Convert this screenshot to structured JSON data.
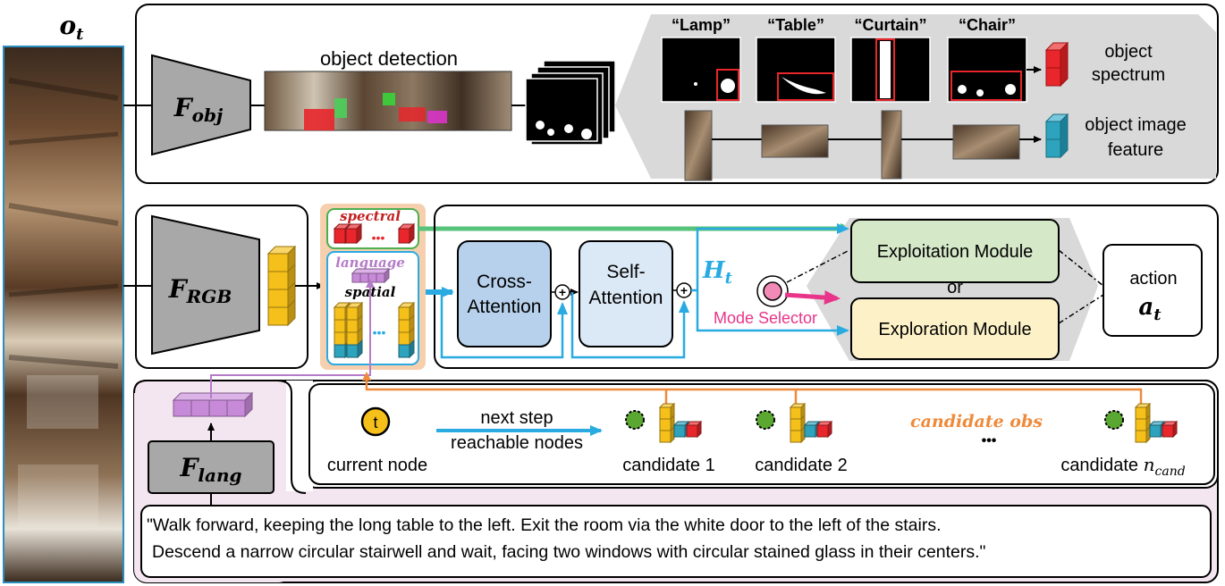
{
  "observation": {
    "label": "o",
    "subscript": "t"
  },
  "f_obj": {
    "main": "F",
    "sub": "obj"
  },
  "f_rgb": {
    "main": "F",
    "sub": "RGB"
  },
  "f_lang": {
    "main": "F",
    "sub": "lang"
  },
  "object_detection_label": "object detection",
  "objects": [
    {
      "name": "“Lamp”"
    },
    {
      "name": "“Table”"
    },
    {
      "name": "“Curtain”"
    },
    {
      "name": "“Chair”"
    }
  ],
  "object_spectrum_label": [
    "object",
    "spectrum"
  ],
  "object_image_feature_label": [
    "object image",
    "feature"
  ],
  "token_panel": {
    "spectral": "spectral",
    "language": "language",
    "spatial": "spatial",
    "dots": "•••"
  },
  "cross_attention": [
    "Cross-",
    "Attention"
  ],
  "self_attention": [
    "Self-",
    "Attention"
  ],
  "h_t": {
    "main": "H",
    "sub": "t"
  },
  "mode_selector": "Mode Selector",
  "exploitation_module": "Exploitation Module",
  "or_label": "or",
  "exploration_module": "Exploration Module",
  "action": {
    "label": "action",
    "main": "a",
    "sub": "t"
  },
  "nodes": {
    "current_node_glyph": "t",
    "current_node": "current node",
    "next_step": [
      "next step",
      "reachable nodes"
    ],
    "candidate_1": "candidate 1",
    "candidate_2": "candidate 2",
    "candidate_obs": "candidate obs",
    "ellipsis": "•••",
    "candidate_n": {
      "label": "candidate ",
      "main": "n",
      "sub": "cand"
    }
  },
  "instruction": [
    "\"Walk forward, keeping the long table to the left. Exit the room via the white door to the left of the stairs.",
    "Descend a narrow circular stairwell and wait, facing two windows with circular stained glass in their centers.\""
  ],
  "colors": {
    "blue_arrow": "#29abe2",
    "green_arrow": "#57c27a",
    "orange_line": "#ee8a3a",
    "purple": "#b57bc8",
    "magenta": "#e8358a",
    "cube_yellow": "#f6c01a",
    "cube_red": "#e8262b",
    "cube_teal": "#2ea3be",
    "cube_purple": "#c78ad8",
    "box_cross": "#b7d1ec",
    "box_self": "#dbe8f5",
    "box_exploit": "#d5e8c8",
    "box_explore": "#fdf1c8",
    "panel_orange": "#f6cfae",
    "lang_bg": "#f3e6f0"
  }
}
